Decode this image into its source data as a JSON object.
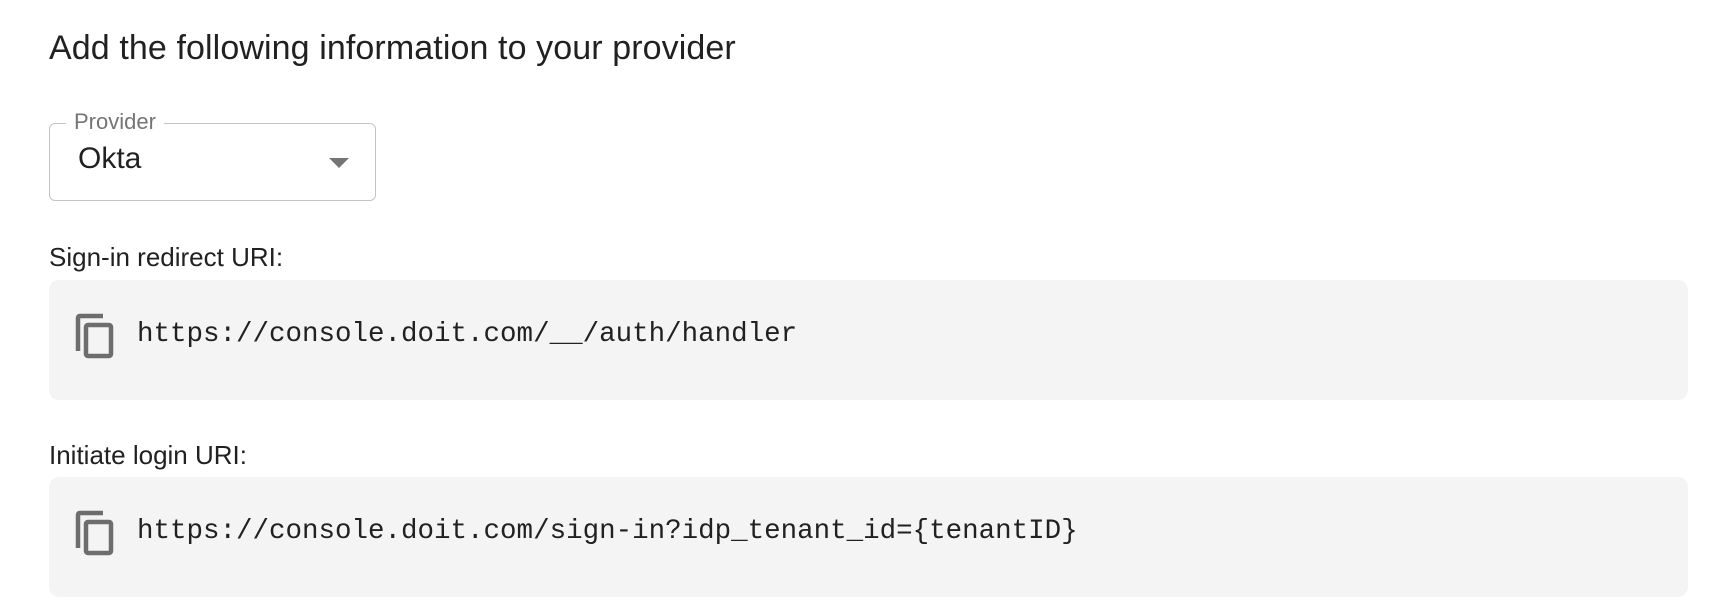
{
  "heading": "Add the following information to your provider",
  "provider_select": {
    "label": "Provider",
    "value": "Okta",
    "icon": "caret-down-icon"
  },
  "fields": [
    {
      "label": "Sign-in redirect URI:",
      "value": "https://console.doit.com/__/auth/handler",
      "icon": "copy-icon"
    },
    {
      "label": "Initiate login URI:",
      "value": "https://console.doit.com/sign-in?idp_tenant_id={tenantID}",
      "icon": "copy-icon"
    }
  ],
  "colors": {
    "text_primary": "#212121",
    "text_secondary": "#757575",
    "border": "#c4c4c4",
    "code_background": "#f4f4f4",
    "icon": "#6d6d6d"
  }
}
